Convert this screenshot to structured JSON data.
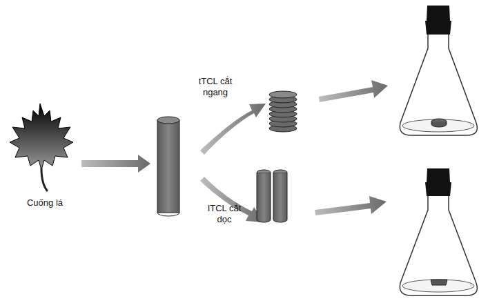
{
  "diagram": {
    "labels": [
      "Cuống lá",
      "tTCL cắt ngang",
      "ITCL cắt dọc"
    ]
  }
}
